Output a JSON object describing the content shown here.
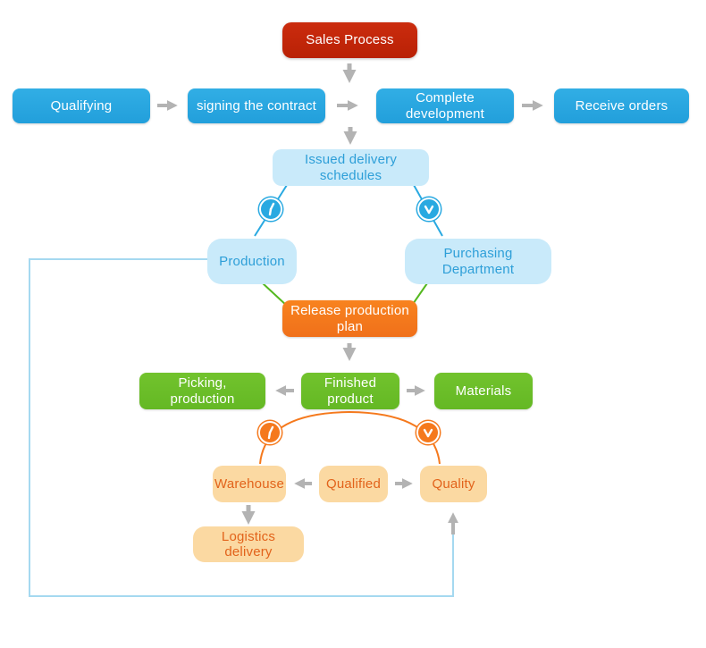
{
  "diagram": {
    "title": "Sales Process flowchart",
    "nodes": {
      "sales_process": {
        "label": "Sales Process",
        "color": "#c02408"
      },
      "qualifying": {
        "label": "Qualifying",
        "color": "#29a9e1"
      },
      "signing_contract": {
        "label": "signing the contract",
        "color": "#29a9e1"
      },
      "complete_development": {
        "label": "Complete development",
        "color": "#29a9e1"
      },
      "receive_orders": {
        "label": "Receive orders",
        "color": "#29a9e1"
      },
      "issued_delivery": {
        "label": "Issued delivery schedules",
        "color": "#c9eafa"
      },
      "production": {
        "label": "Production",
        "color": "#c9eafa"
      },
      "purchasing": {
        "label": "Purchasing Department",
        "color": "#c9eafa"
      },
      "release_plan": {
        "label": "Release production plan",
        "color": "#f5791d"
      },
      "picking": {
        "label": "Picking, production",
        "color": "#6cbe29"
      },
      "finished": {
        "label": "Finished product",
        "color": "#6cbe29"
      },
      "materials": {
        "label": "Materials",
        "color": "#6cbe29"
      },
      "warehouse": {
        "label": "Warehouse",
        "color": "#fbd9a2"
      },
      "qualified": {
        "label": "Qualified",
        "color": "#fbd9a2"
      },
      "quality": {
        "label": "Quality",
        "color": "#fbd9a2"
      },
      "logistics": {
        "label": "Logistics delivery",
        "color": "#fbd9a2"
      }
    },
    "edges": [
      {
        "from": "sales_process",
        "to": "contract_row"
      },
      {
        "from": "qualifying",
        "to": "signing_contract"
      },
      {
        "from": "signing_contract",
        "to": "complete_development"
      },
      {
        "from": "complete_development",
        "to": "receive_orders"
      },
      {
        "from": "contract_row",
        "to": "issued_delivery"
      },
      {
        "from": "issued_delivery",
        "to": "production",
        "via": "clock-icon"
      },
      {
        "from": "issued_delivery",
        "to": "purchasing",
        "via": "clock-icon"
      },
      {
        "from": "production",
        "to": "release_plan"
      },
      {
        "from": "purchasing",
        "to": "release_plan"
      },
      {
        "from": "release_plan",
        "to": "finished"
      },
      {
        "from": "finished",
        "to": "picking"
      },
      {
        "from": "finished",
        "to": "materials"
      },
      {
        "from": "finished",
        "to": "warehouse",
        "via": "clock-icon"
      },
      {
        "from": "finished",
        "to": "quality",
        "via": "clock-icon"
      },
      {
        "from": "qualified",
        "to": "warehouse"
      },
      {
        "from": "qualified",
        "to": "quality"
      },
      {
        "from": "warehouse",
        "to": "logistics"
      },
      {
        "from": "production",
        "to": "quality",
        "via": "feedback-loop"
      }
    ],
    "icons": {
      "clock_blue": "clock-icon (blue, delay/wait)",
      "clock_orange": "clock-icon (orange, delay/wait)"
    },
    "colors": {
      "background": "#ffffff",
      "arrow_gray": "#b3b3b3",
      "line_blue": "#29a9e1",
      "line_green": "#54b81f",
      "line_orange": "#f5791d",
      "feedback_loop_blue": "#a5d9f0",
      "lightblue_text": "#2e9fd8",
      "peach_text": "#e2631b"
    }
  }
}
